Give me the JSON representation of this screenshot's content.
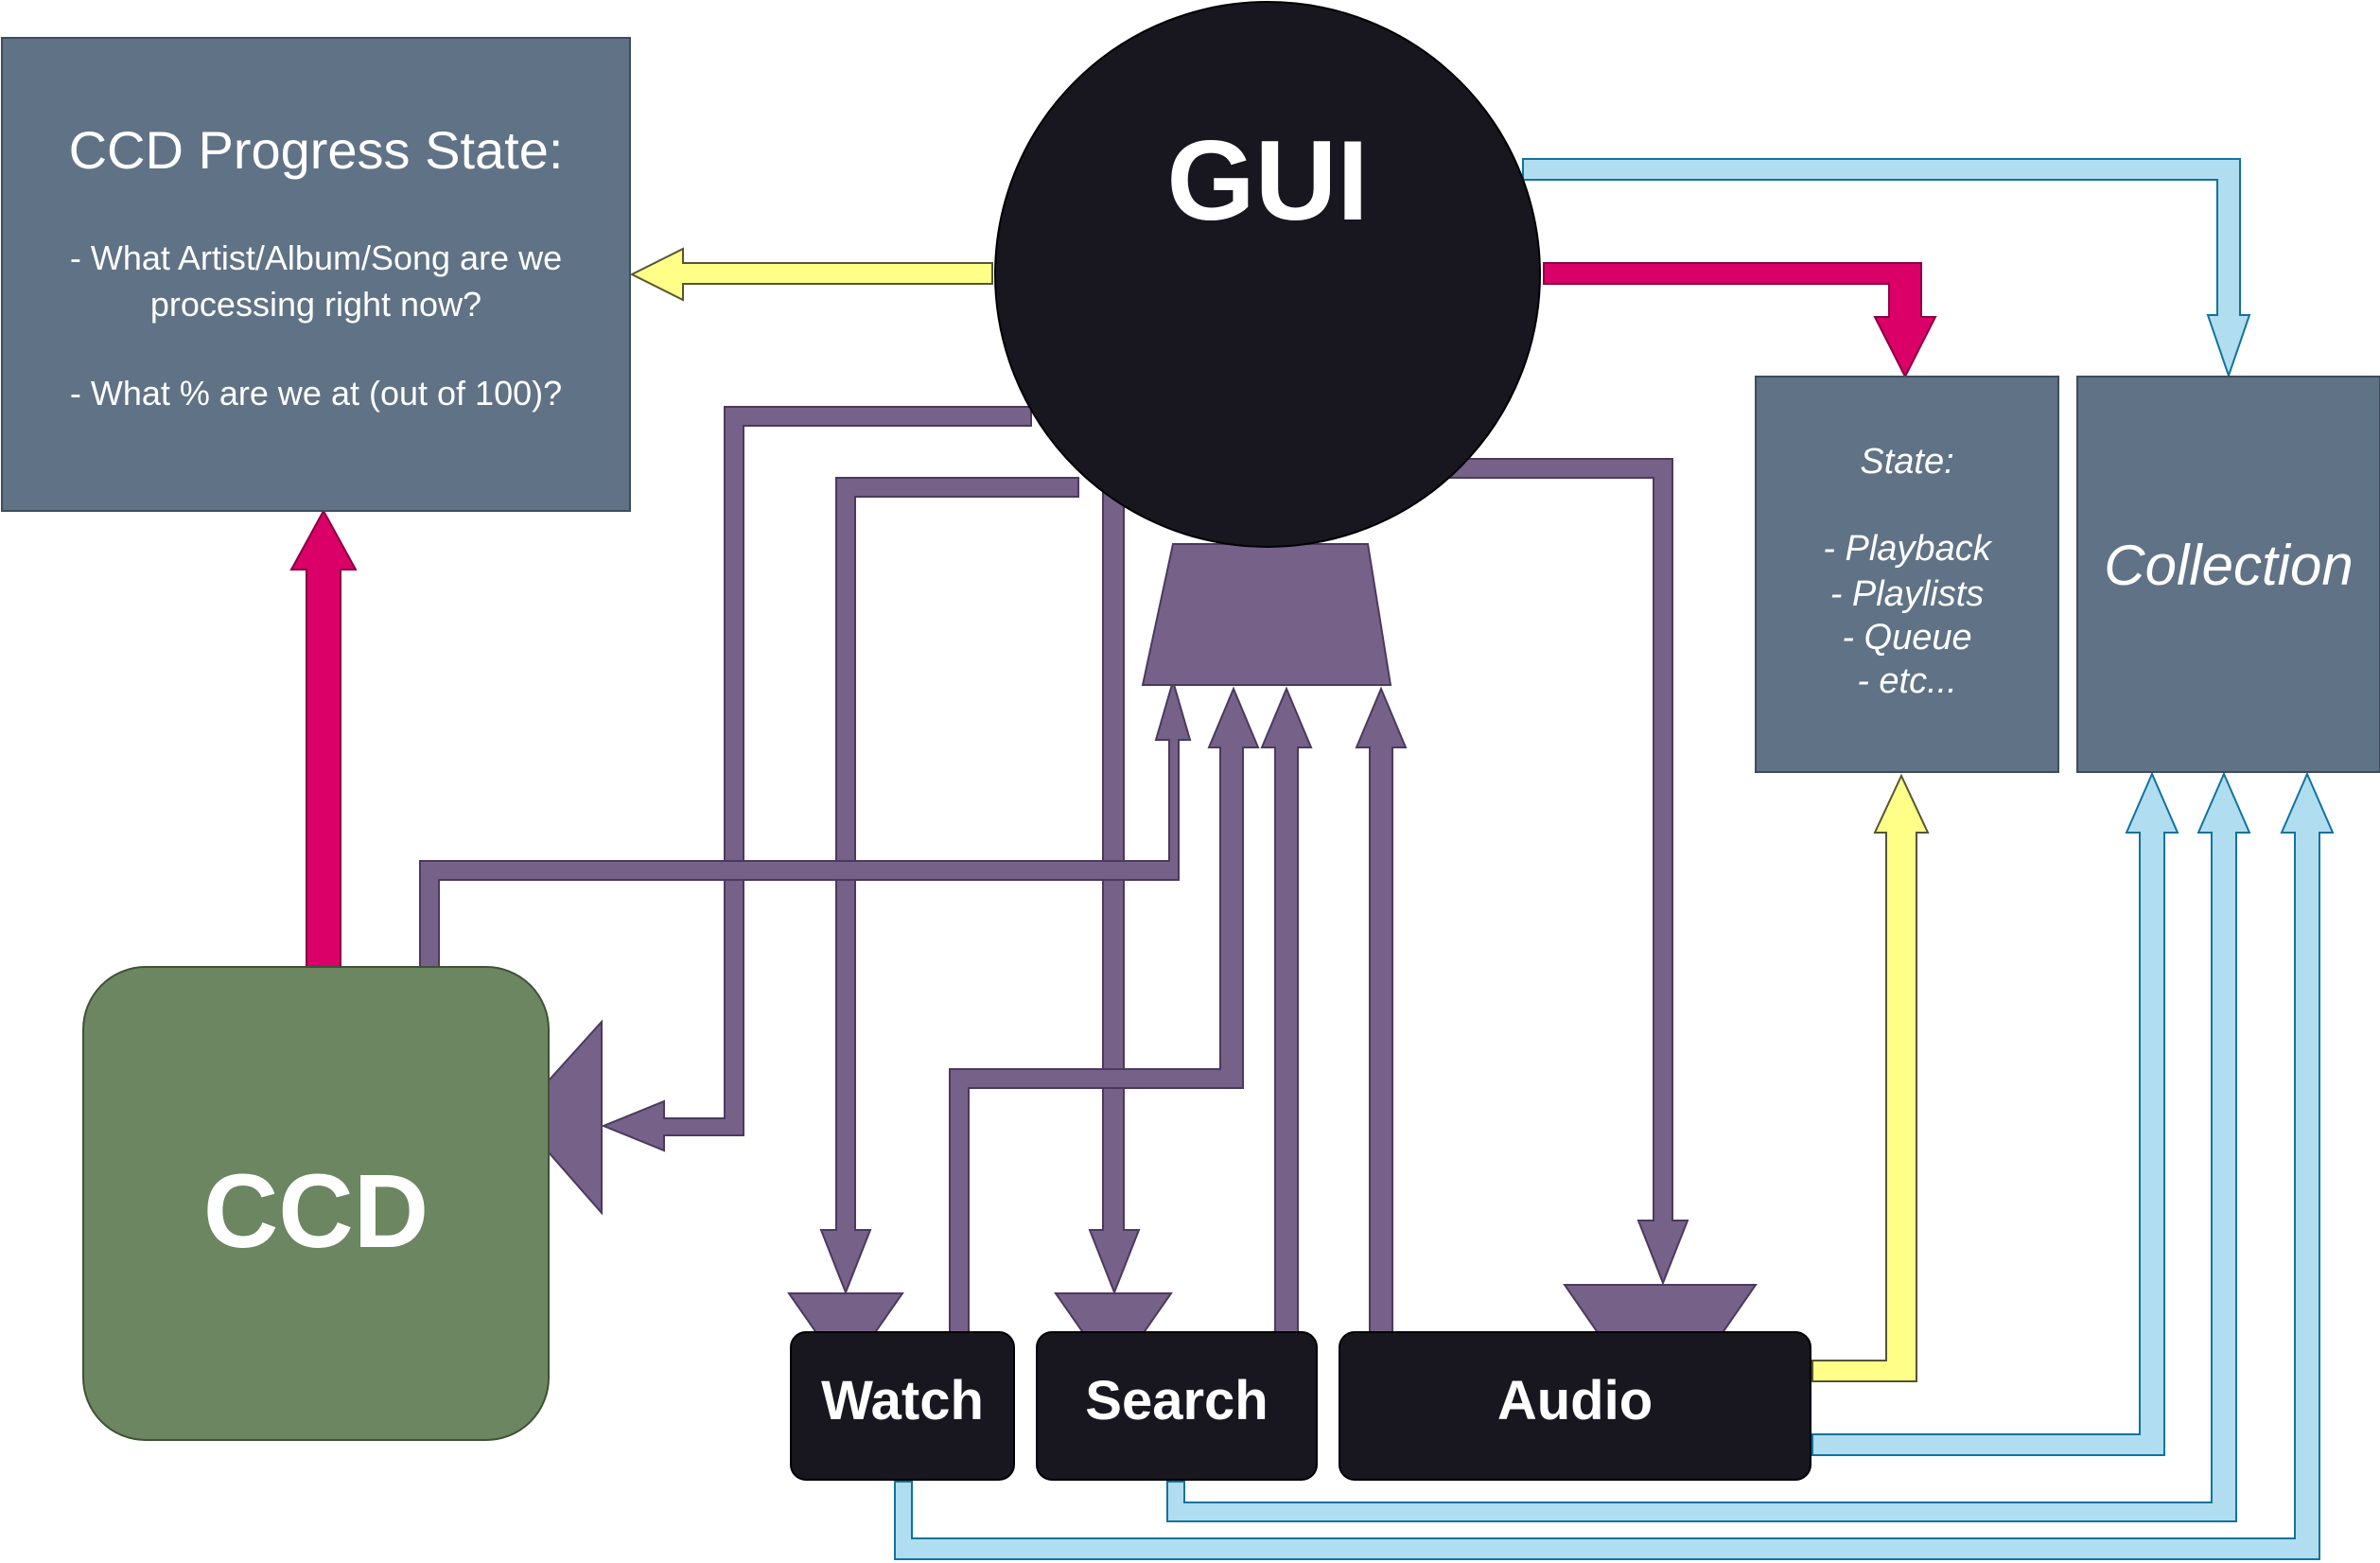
{
  "colors": {
    "slate_box": "#607285",
    "slate_border": "#3d4d5c",
    "gui_fill": "#18161f",
    "ccd_fill": "#6b8660",
    "module_fill": "#18161f",
    "purple": "#766189",
    "purple_border": "#4b3a5d",
    "magenta": "#db0068",
    "magenta_border": "#8a0043",
    "yellow": "#ffff88",
    "yellow_border": "#555533",
    "light_blue": "#b1ddf0",
    "blue_border": "#10739e",
    "text_light": "#ffffff"
  },
  "progress_box": {
    "title": "CCD Progress State:",
    "line1": "- What Artist/Album/Song are we",
    "line2": "processing right now?",
    "line3": "- What % are we at (out of 100)?"
  },
  "gui": {
    "label": "GUI"
  },
  "ccd": {
    "label": "CCD"
  },
  "state_box": {
    "title": "State:",
    "items": [
      "- Playback",
      "- Playlists",
      "- Queue",
      "- etc..."
    ]
  },
  "collection_box": {
    "label": "Collection"
  },
  "modules": {
    "watch": "Watch",
    "search": "Search",
    "audio": "Audio"
  }
}
